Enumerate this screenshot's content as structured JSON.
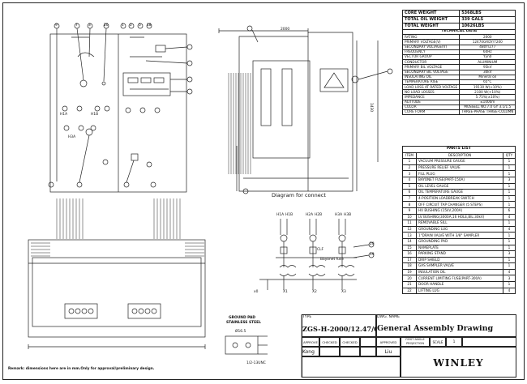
{
  "specs_top": [
    {
      "label": "CORE WEIGHT",
      "value": "5368LBS"
    },
    {
      "label": "TOTAL OIL WEIGHT",
      "value": "339 GALS"
    },
    {
      "label": "TOTAL WEIGHT",
      "value": "10626LBS"
    }
  ],
  "specs_header": "TECHNICAL DATA",
  "specs": [
    {
      "label": "RATING",
      "value": "2000"
    },
    {
      "label": "PRIMARY VOLTAGE(V)",
      "value": "12470GRDY/7200"
    },
    {
      "label": "SECONDARY VOLTAGE(V)",
      "value": "480Y/277"
    },
    {
      "label": "FREQUENCY",
      "value": "60Hz"
    },
    {
      "label": "VECTOR GROUP",
      "value": "Yyn0"
    },
    {
      "label": "CONDUCTOR",
      "value": "ALUMINIUM"
    },
    {
      "label": "PRIMARY BIL VOLTAGE",
      "value": "95kV"
    },
    {
      "label": "SECONDARY BIL VOLTAGE",
      "value": "30kV"
    },
    {
      "label": "INSULATING OIL",
      "value": "Mineral oil"
    },
    {
      "label": "TEMPERATURE RISE",
      "value": "65°C"
    },
    {
      "label": "LOAD LOSS AT RATED VOLTAGE",
      "value": "19130 W(+10%)"
    },
    {
      "label": "NO LOAD LOSSES",
      "value": "2100 W(+10%)"
    },
    {
      "label": "IMPEDANCE",
      "value": "5.75%(±10%)"
    },
    {
      "label": "ALTITUDE",
      "value": "≤1000m"
    },
    {
      "label": "COLOR",
      "value": "MUSSELL NO.7.0 GY 3.1/1.5"
    },
    {
      "label": "CORE FORM",
      "value": "THREE-PHASE THREE-COLUMN"
    }
  ],
  "parts_header": "PARTS LIST",
  "parts_cols": [
    "ITEM",
    "DESCRIPTION",
    "QTY"
  ],
  "parts": [
    {
      "item": "1",
      "desc": "VACUUM PRESSURE GAUGE",
      "qty": "1"
    },
    {
      "item": "2",
      "desc": "PRESSURE RELIEF VALVE",
      "qty": "1"
    },
    {
      "item": "3",
      "desc": "FILL PLUG",
      "qty": "1"
    },
    {
      "item": "4",
      "desc": "BAYONET FUSE(PART-150A)",
      "qty": "3"
    },
    {
      "item": "5",
      "desc": "OIL LEVEL GAUGE",
      "qty": "1"
    },
    {
      "item": "6",
      "desc": "OIL TEMPERATURE GAUGE",
      "qty": "1"
    },
    {
      "item": "7",
      "desc": "4-POSITION LOADBREAK SWITCH",
      "qty": "1"
    },
    {
      "item": "8",
      "desc": "OFF CIRCUIT TAP CHANGER (5 STEPS)",
      "qty": "1"
    },
    {
      "item": "9",
      "desc": "HV BUSHING (15kV,200A)",
      "qty": "6"
    },
    {
      "item": "10",
      "desc": "LV BUSHING(3000A,16 HOLE,BIL:30kV)",
      "qty": "4"
    },
    {
      "item": "11",
      "desc": "REMOVABLE SILL",
      "qty": "1"
    },
    {
      "item": "12",
      "desc": "GROUNDING LUG",
      "qty": "4"
    },
    {
      "item": "13",
      "desc": "1\"DRAIN VALVE WITH 3/8\" SAMPLER",
      "qty": "1"
    },
    {
      "item": "14",
      "desc": "GROUNDING PAD",
      "qty": "1"
    },
    {
      "item": "15",
      "desc": "NAMEPLATE",
      "qty": "1"
    },
    {
      "item": "16",
      "desc": "PARKING STAND",
      "qty": "3"
    },
    {
      "item": "17",
      "desc": "DRIP SHIELD",
      "qty": "1"
    },
    {
      "item": "18",
      "desc": "GAS SAMPLER VALVE",
      "qty": "1"
    },
    {
      "item": "19",
      "desc": "INSULATION OIL",
      "qty": "4"
    },
    {
      "item": "20",
      "desc": "CURRENT LIMITING FUSE(PART-300A)",
      "qty": "3"
    },
    {
      "item": "21",
      "desc": "DOOR HANDLE",
      "qty": "1"
    },
    {
      "item": "22",
      "desc": "LIFTING LUG",
      "qty": "4"
    }
  ],
  "diagram_title": "Diagram for connect",
  "hv_labels": [
    "H1A",
    "H1B",
    "H2A",
    "H2B",
    "H3A",
    "H3B"
  ],
  "lv_labels": [
    "x0",
    "X1",
    "X2",
    "X3"
  ],
  "diagram_notes": {
    "clf": "CLF",
    "bayonet": "Bayonet fuse"
  },
  "callouts": {
    "c20": "20",
    "c19": "19"
  },
  "dims": {
    "top_width": "2000",
    "side_height": "1430"
  },
  "ground_pad": {
    "title1": "GROUND PAD",
    "title2": "STAINLESS STEEL",
    "d1": "Ø16.5",
    "d2": "1/2-13UNC"
  },
  "title_block": {
    "type_label": "TYPE",
    "type_value": "ZGS-H-2000/12.47/0.48",
    "dwg_label": "DWG. NAME",
    "dwg_value": "General Assembly Drawing",
    "approve": "APPROVE",
    "checked1": "CHECKED",
    "checked2": "CHECKED",
    "approved": "APPROVED",
    "first_angle": "FIRST ANGLE PROJECTION",
    "scale": "SCALE",
    "scale_value": "1",
    "approve_name": "Kong",
    "approved_name": "Liu",
    "company": "WINLEY"
  },
  "remark": "Remark: dimensions here are in mm.Only for approval/preliminary design."
}
